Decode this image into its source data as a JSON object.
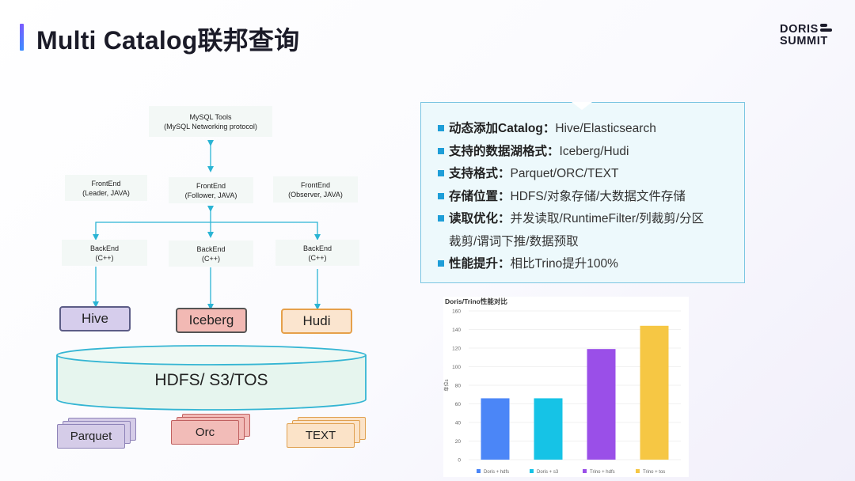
{
  "page": {
    "title": "Multi Catalog联邦查询"
  },
  "logo": {
    "line1": "DORIS",
    "line2": "SUMMIT"
  },
  "diagram": {
    "mysql_tools": "MySQL Tools\n(MySQL Networking protocol)",
    "frontends": [
      "FrontEnd\n(Leader, JAVA)",
      "FrontEnd\n(Follower, JAVA)",
      "FrontEnd\n(Observer, JAVA)"
    ],
    "backends": [
      "BackEnd\n(C++)",
      "BackEnd\n(C++)",
      "BackEnd\n(C++)"
    ],
    "catalogs": [
      {
        "label": "Hive",
        "border": "#5c5c86",
        "fill": "#d6cdec"
      },
      {
        "label": "Iceberg",
        "border": "#555555",
        "fill": "#f2b9b4"
      },
      {
        "label": "Hudi",
        "border": "#e6a04a",
        "fill": "#fbe5cf"
      }
    ],
    "storage": "HDFS/ S3/TOS",
    "formats": [
      {
        "label": "Parquet",
        "border": "#8e83b8",
        "fill": "#d5cce8"
      },
      {
        "label": "Orc",
        "border": "#c06060",
        "fill": "#f2bcb8"
      },
      {
        "label": "TEXT",
        "border": "#e0a050",
        "fill": "#fbe3c8"
      }
    ],
    "arrow_color": "#2bb4d4"
  },
  "features": {
    "items": [
      {
        "label": "动态添加Catalog：",
        "value": "Hive/Elasticsearch"
      },
      {
        "label": "支持的数据湖格式：",
        "value": "Iceberg/Hudi"
      },
      {
        "label": "支持格式：",
        "value": "Parquet/ORC/TEXT"
      },
      {
        "label": "存储位置：",
        "value": "HDFS/对象存储/大数据文件存储"
      },
      {
        "label": "读取优化：",
        "value": "并发读取/RuntimeFilter/列裁剪/分区",
        "cont": "裁剪/谓词下推/数据预取"
      },
      {
        "label": "性能提升：",
        "value": "相比Trino提升100%"
      }
    ]
  },
  "chart_data": {
    "type": "bar",
    "title": "Doris/Trino性能对比",
    "ylabel": "单位s",
    "categories": [
      "Doris + hdfs",
      "Doris + s3",
      "Trino + hdfs",
      "Trino + tos"
    ],
    "values": [
      66,
      66,
      119,
      144
    ],
    "colors": [
      "#4b86f7",
      "#16c3e6",
      "#9a4fe8",
      "#f6c744"
    ],
    "ylim": [
      0,
      160
    ],
    "yticks": [
      0,
      20,
      40,
      60,
      80,
      100,
      120,
      140,
      160
    ],
    "grid": true,
    "legend": "bottom"
  }
}
